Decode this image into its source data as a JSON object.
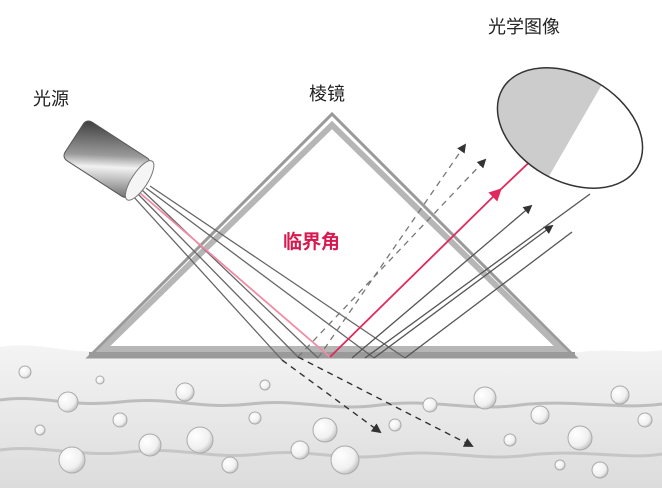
{
  "labels": {
    "light_source": "光源",
    "prism": "棱镜",
    "optical_image": "光学图像",
    "critical_angle": "临界角"
  },
  "colors": {
    "critical_ray": "#e0295c",
    "critical_ray_light": "#f08aa6",
    "ray": "#666666",
    "prism_frame": "#9a9a9a",
    "liquid": "#e4e4e4",
    "image_dark": "#c8c8c8",
    "image_light": "#ffffff"
  },
  "icons": {
    "light_source": "cylinder-lamp-icon",
    "optical_image": "ellipse-screen-icon",
    "bubbles": "bubble-icon"
  }
}
